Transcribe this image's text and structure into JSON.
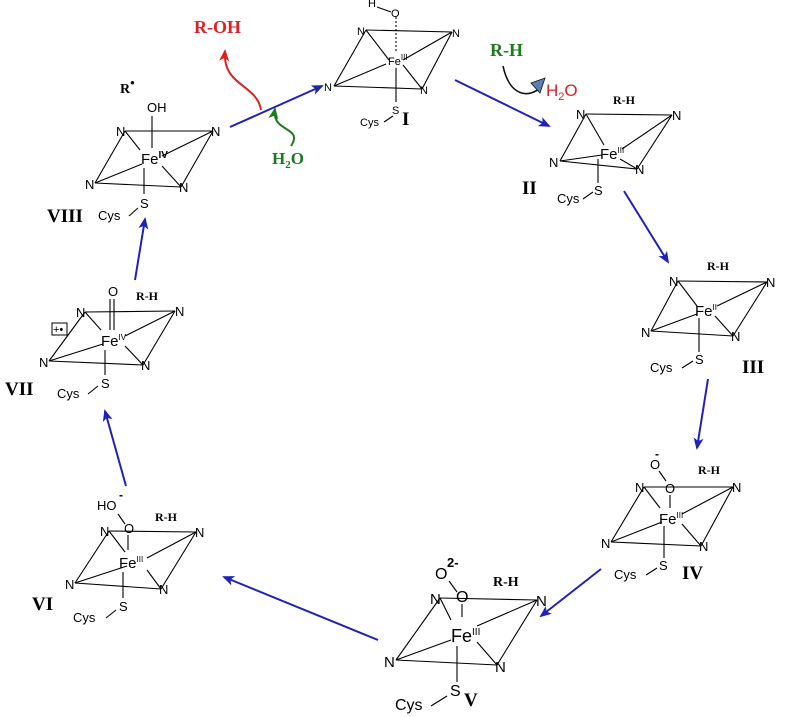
{
  "colors": {
    "cycle_arrow": "#1f22b8",
    "product": "#e02020",
    "substrate": "#1e7a1e",
    "bond": "#000000"
  },
  "species": [
    {
      "id": "I",
      "label": "I",
      "metal": "Fe",
      "ox": "III",
      "axial_top": "O",
      "axial_top_h": "H",
      "axial_bottom": "S",
      "cys": "Cys",
      "ligand": "N",
      "substrate": ""
    },
    {
      "id": "II",
      "label": "II",
      "metal": "Fe",
      "ox": "III",
      "axial_top": "",
      "axial_bottom": "S",
      "cys": "Cys",
      "ligand": "N",
      "substrate": "R-H"
    },
    {
      "id": "III",
      "label": "III",
      "metal": "Fe",
      "ox": "II",
      "axial_top": "",
      "axial_bottom": "S",
      "cys": "Cys",
      "ligand": "N",
      "substrate": "R-H"
    },
    {
      "id": "IV",
      "label": "IV",
      "metal": "Fe",
      "ox": "III",
      "axial_top": "O",
      "axial_top2": "O",
      "charge": "-",
      "axial_bottom": "S",
      "cys": "Cys",
      "ligand": "N",
      "substrate": "R-H"
    },
    {
      "id": "V",
      "label": "V",
      "metal": "Fe",
      "ox": "III",
      "axial_top": "O",
      "axial_top2": "O",
      "charge": "2-",
      "axial_bottom": "S",
      "cys": "Cys",
      "ligand": "N",
      "substrate": "R-H"
    },
    {
      "id": "VI",
      "label": "VI",
      "metal": "Fe",
      "ox": "III",
      "axial_top": "O",
      "axial_top2": "HO",
      "charge": "-",
      "axial_bottom": "S",
      "cys": "Cys",
      "ligand": "N",
      "substrate": "R-H"
    },
    {
      "id": "VII",
      "label": "VII",
      "metal": "Fe",
      "ox": "IV",
      "axial_top": "O",
      "radical_box": "+•",
      "axial_bottom": "S",
      "cys": "Cys",
      "ligand": "N",
      "substrate": "R-H"
    },
    {
      "id": "VIII",
      "label": "VIII",
      "metal": "Fe",
      "ox": "IV",
      "axial_top": "OH",
      "axial_bottom": "S",
      "cys": "Cys",
      "ligand": "N",
      "radical": "R",
      "radical_dot": "•"
    }
  ],
  "reagents": {
    "product": "R-OH",
    "water_in": {
      "main": "H",
      "sub": "2",
      "tail": "O"
    },
    "substrate_in": "R-H",
    "water_out": {
      "main": "H",
      "sub": "2",
      "tail": "O"
    }
  }
}
